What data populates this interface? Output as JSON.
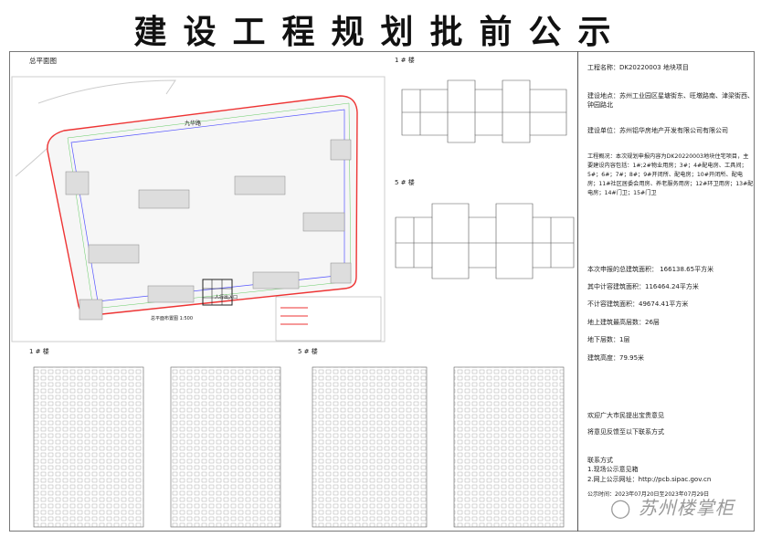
{
  "title": "建设工程规划批前公示",
  "site_plan": {
    "label": "总平面图",
    "scale_label": "总平面布置图 1:500",
    "road_north": "九华路",
    "entrance": "人行出入口"
  },
  "floor_plans": [
    {
      "label": "1 # 楼"
    },
    {
      "label": "5 # 楼"
    }
  ],
  "elevations": [
    {
      "label": "1 # 楼"
    },
    {
      "label": "5 # 楼"
    }
  ],
  "info": {
    "project_name": "工程名称：DK20220003 地块项目",
    "location": "建设地点：苏州工业园区星塘街东、旺墩路南、津梁街西、钟园路北",
    "builder": "建设单位：苏州铝华房地产开发有限公司有限公司",
    "overview": "工程概况：本次规划申报内容为DK20220003地块住宅项目，主要建设内容包括：1#;2#物业用房；3#；4#配电房、工具间；5#；6#；7#；8#；9#开闭所、配电房；10#开闭所、配电房；11#社区居委会用房、养老服务用房；12#环卫用房；13#配电房；14#门卫；15#门卫",
    "total_area": "本次申报的总建筑面积： 166138.65平方米",
    "far_area": "其中计容建筑面积：116464.24平方米",
    "non_far_area": "不计容建筑面积：49674.41平方米",
    "floors_above": "地上建筑最高层数：26层",
    "floors_below": "地下层数：1层",
    "height": "建筑高度：79.95米",
    "welcome": "欢迎广大市民提出宝贵意见",
    "feedback": "将意见反馈至以下联系方式",
    "contact_title": "联系方式",
    "contact_1": "1.现场公示意见箱",
    "contact_2": "2.网上公示网址：http://pcb.sipac.gov.cn",
    "period": "公示时间：2023年07月20日至2023年07月29日"
  },
  "watermark": "苏州楼掌柜"
}
